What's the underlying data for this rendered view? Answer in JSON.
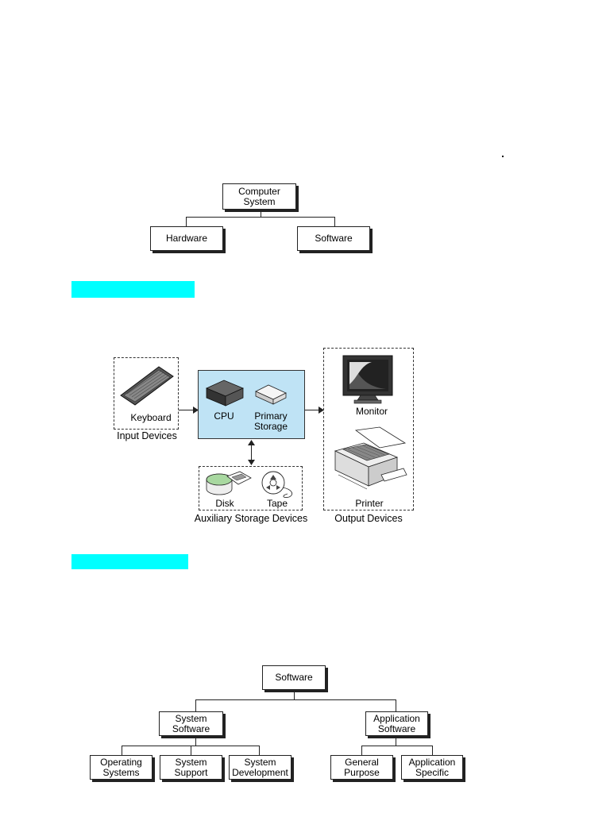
{
  "diagram1": {
    "root": "Computer\nSystem",
    "left": "Hardware",
    "right": "Software"
  },
  "hardware": {
    "input_label": "Keyboard",
    "input_caption": "Input Devices",
    "cpu_label": "CPU",
    "primary_label": "Primary\nStorage",
    "disk_label": "Disk",
    "tape_label": "Tape",
    "aux_caption": "Auxiliary Storage Devices",
    "monitor_label": "Monitor",
    "printer_label": "Printer",
    "output_caption": "Output Devices"
  },
  "diagram3": {
    "root": "Software",
    "system": "System\nSoftware",
    "application": "Application\nSoftware",
    "os": "Operating\nSystems",
    "support": "System\nSupport",
    "development": "System\nDevelopment",
    "general": "General\nPurpose",
    "specific": "Application\nSpecific"
  },
  "colors": {
    "highlight": "#00ffff",
    "cpu_fill": "#bfe3f5"
  }
}
